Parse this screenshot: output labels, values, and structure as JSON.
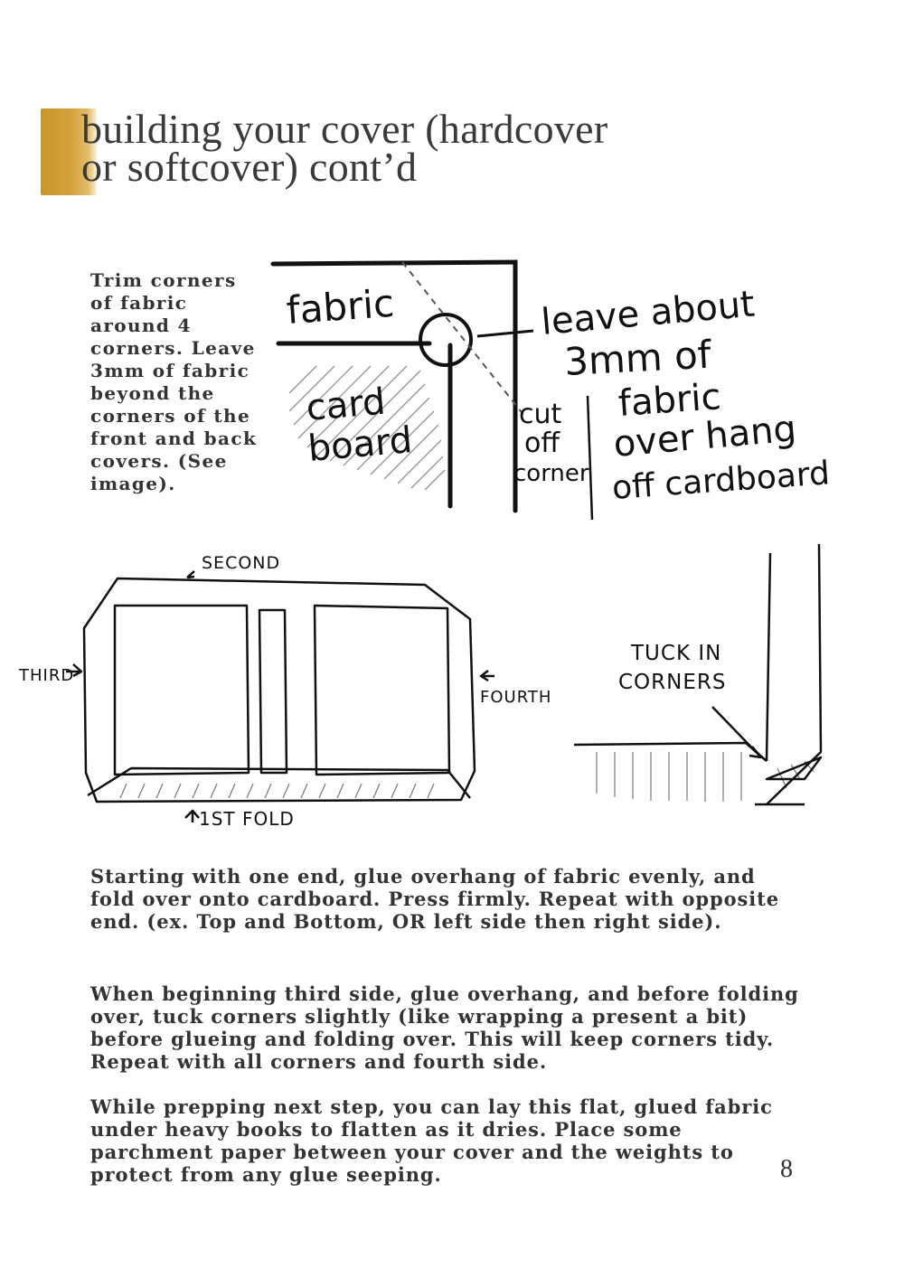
{
  "page": {
    "title_line1": "building your cover (hardcover",
    "title_line2": "or softcover) cont’d",
    "accent_color": "#c8962e",
    "side_instruction": "Trim corners of fabric around 4 corners. Leave 3mm of fabric beyond the corners of the front and back covers. (See image).",
    "page_number": "8"
  },
  "diagram1": {
    "fabric_label": "fabric",
    "cardboard_line1": "card",
    "cardboard_line2": "board",
    "cut_line1": "cut",
    "cut_line2": "off",
    "cut_line3": "corner",
    "leave_line1": "leave about",
    "leave_line2": "3mm of",
    "leave_line3": "fabric",
    "leave_line4": "over hang",
    "leave_line5": "off cardboard"
  },
  "diagram2": {
    "second": "SECOND",
    "third": "THIRD",
    "fourth": "FOURTH",
    "first": "1ST FOLD"
  },
  "diagram3": {
    "tuck_line1": "TUCK IN",
    "tuck_line2": "CORNERS"
  },
  "paragraphs": [
    "Starting with one end, glue overhang of fabric evenly, and fold over onto cardboard. Press firmly. Repeat with opposite end. (ex. Top and Bottom, OR left side then right side).",
    "When beginning third side, glue overhang, and before folding over, tuck corners slightly (like wrapping a present a bit) before glueing and folding over. This will keep corners tidy. Repeat with all corners and fourth side.",
    "While prepping next step, you can lay this flat, glued fabric under heavy books to flatten as it dries. Place some parchment paper between your cover and the weights to protect from any glue seeping."
  ]
}
